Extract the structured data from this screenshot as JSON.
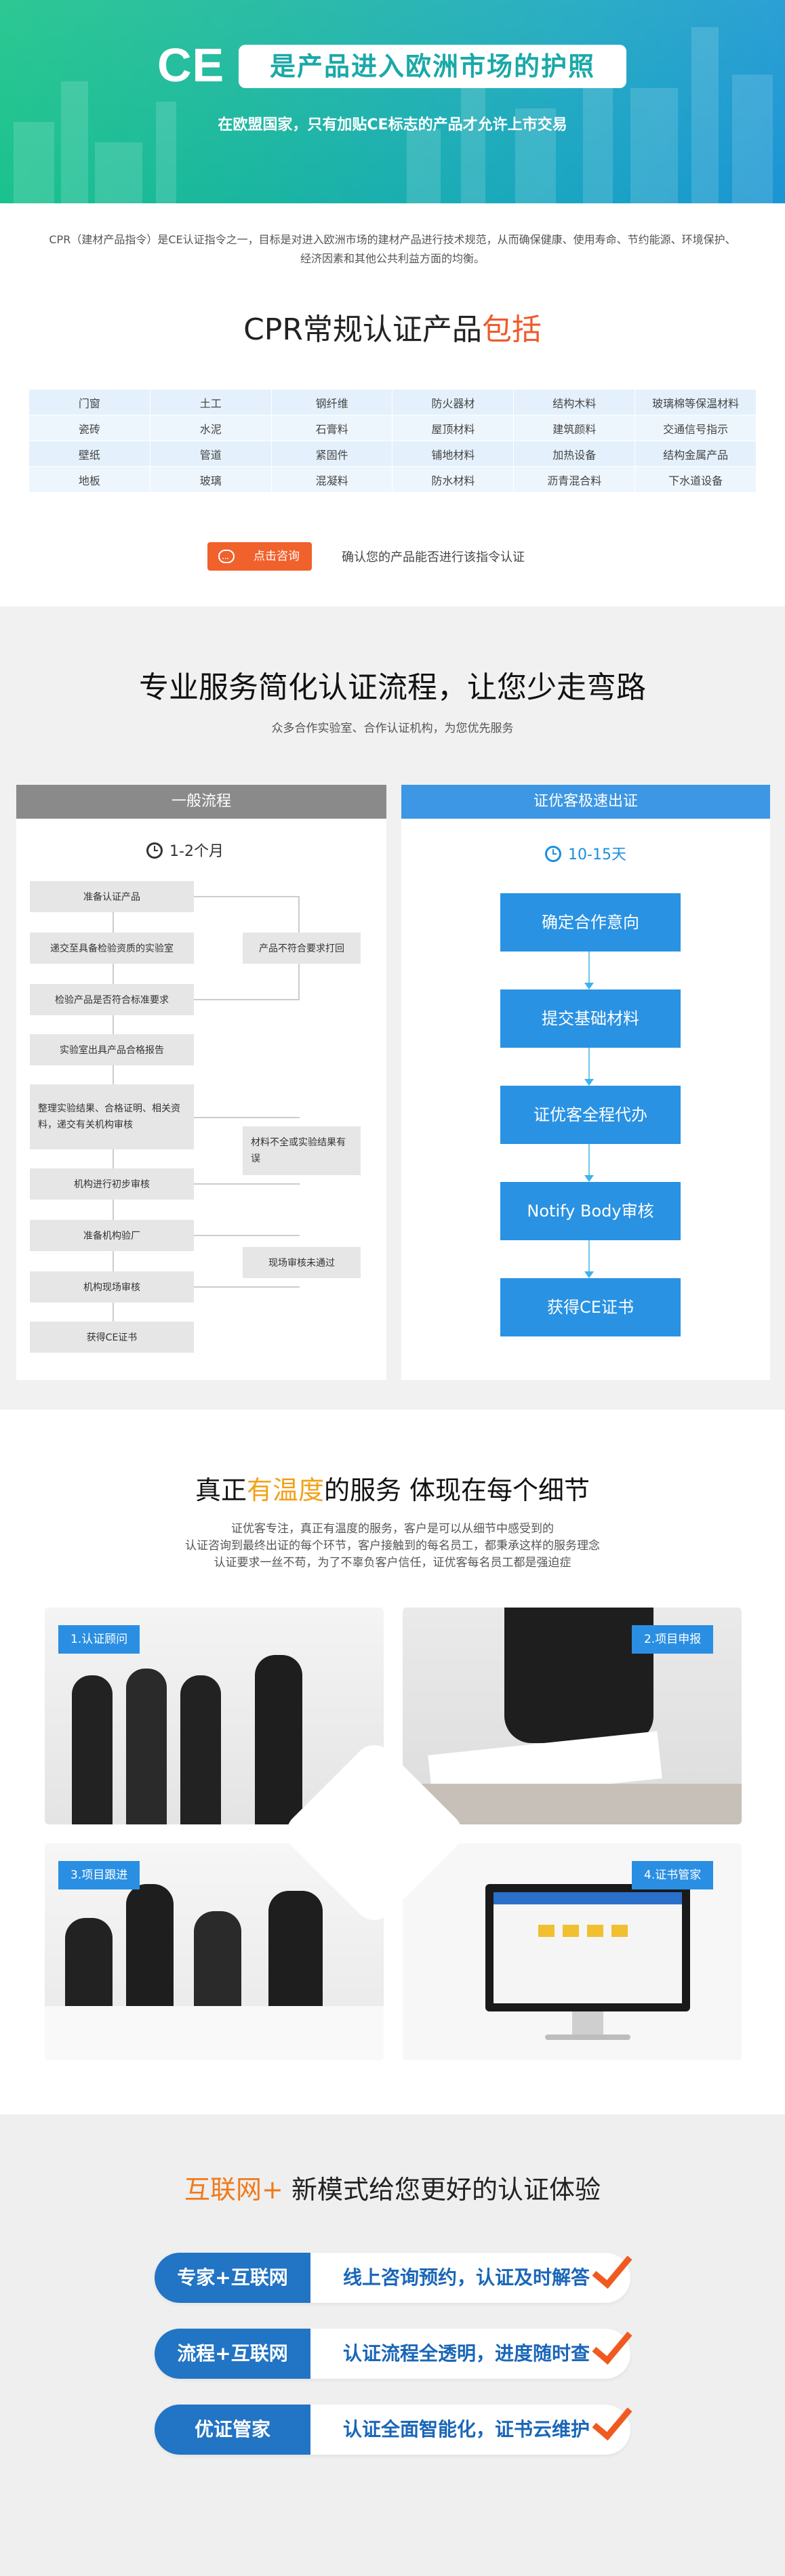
{
  "hero": {
    "ce": "CE",
    "headline": "是产品进入欧洲市场的护照",
    "subline": "在欧盟国家，只有加贴CE标志的产品才允许上市交易"
  },
  "intro": {
    "text": "CPR（建材产品指令）是CE认证指令之一，目标是对进入欧洲市场的建材产品进行技术规范，从而确保健康、使用寿命、节约能源、环境保护、经济因素和其他公共利益方面的均衡。"
  },
  "products": {
    "title_main": "CPR常规认证产品",
    "title_highlight": "包括",
    "rows": [
      [
        "门窗",
        "土工",
        "钢纤维",
        "防火器材",
        "结构木料",
        "玻璃棉等保温材料"
      ],
      [
        "瓷砖",
        "水泥",
        "石膏料",
        "屋顶材料",
        "建筑颜料",
        "交通信号指示"
      ],
      [
        "壁纸",
        "管道",
        "紧固件",
        "铺地材料",
        "加热设备",
        "结构金属产品"
      ],
      [
        "地板",
        "玻璃",
        "混凝料",
        "防水材料",
        "沥青混合料",
        "下水道设备"
      ]
    ],
    "consult_button": "点击咨询",
    "consult_note": "确认您的产品能否进行该指令认证"
  },
  "process": {
    "title": "专业服务简化认证流程，让您少走弯路",
    "subtitle": "众多合作实验室、合作认证机构，为您优先服务",
    "general": {
      "header": "一般流程",
      "time": "1-2个月",
      "steps": [
        "准备认证产品",
        "递交至具备检验资质的实验室",
        "检验产品是否符合标准要求",
        "实验室出具产品合格报告",
        "整理实验结果、合格证明、相关资料，递交有关机构审核",
        "机构进行初步审核",
        "准备机构验厂",
        "机构现场审核",
        "获得CE证书"
      ],
      "side_notes": [
        "产品不符合要求打回",
        "材料不全或实验结果有误",
        "现场审核未通过"
      ]
    },
    "express": {
      "header": "证优客极速出证",
      "time": "10-15天",
      "steps": [
        "确定合作意向",
        "提交基础材料",
        "证优客全程代办",
        "Notify Body审核",
        "获得CE证书"
      ]
    }
  },
  "warm": {
    "title_a": "真正",
    "title_hl": "有温度",
    "title_b": "的服务 体现在每个细节",
    "line1": "证优客专注，真正有温度的服务，客户是可以从细节中感受到的",
    "line2": "认证咨询到最终出证的每个环节，客户接触到的每名员工，都秉承这样的服务理念",
    "line3": "认证要求一丝不苟，为了不辜负客户信任，证优客每名员工都是强迫症",
    "tags": [
      "1.认证顾问",
      "2.项目申报",
      "3.项目跟进",
      "4.证书管家"
    ]
  },
  "internet": {
    "title_hl": "互联网+",
    "title_rest": " 新模式给您更好的认证体验",
    "rows": [
      {
        "label": "专家+互联网",
        "text": "线上咨询预约，认证及时解答"
      },
      {
        "label": "流程+互联网",
        "text": "认证流程全透明，进度随时查"
      },
      {
        "label": "优证管家",
        "text": "认证全面智能化，证书云维护"
      }
    ]
  },
  "colors": {
    "accent_orange": "#f05a2a",
    "brand_blue": "#2a92e2",
    "general_header": "#8a8a8a",
    "hero_green": "#1bc38a"
  }
}
